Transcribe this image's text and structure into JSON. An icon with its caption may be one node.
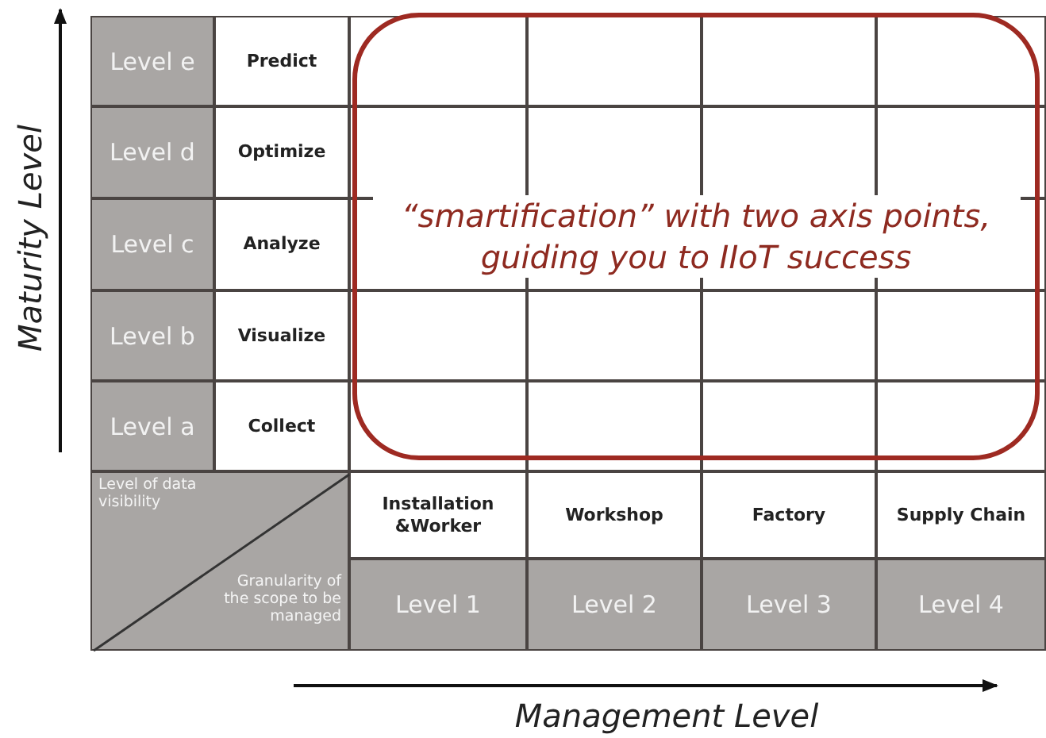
{
  "diagram": {
    "nodes": [
      {
        "text": [
          "“smartification” with two axis points, guiding you to IIoT success"
        ]
      }
    ],
    "edges": [],
    "labels": [
      "Maturity Level",
      "Level e",
      "Predict",
      "Level d",
      "Optimize",
      "Level c",
      "Analyze",
      "Level b",
      "Visualize",
      "Level a",
      "Collect",
      "Level of data visibility",
      "Installation &Worker",
      "Workshop",
      "Factory",
      "Supply Chain",
      "Granularity of the scope to be managed",
      "Level 1",
      "Level 2",
      "Level 3",
      "Level 4",
      "Management Level"
    ]
  }
}
